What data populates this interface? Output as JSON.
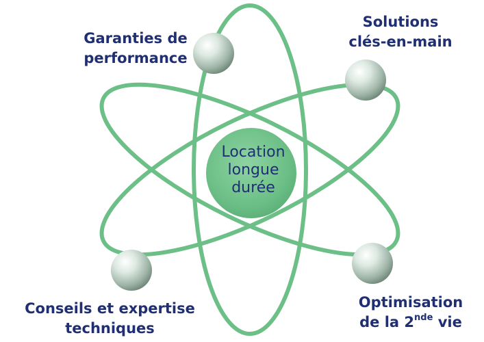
{
  "center": {
    "line1": "Location",
    "line2": "longue",
    "line3": "durée"
  },
  "nodes": {
    "top_left": {
      "line1": "Garanties de",
      "line2": "performance"
    },
    "top_right": {
      "line1": "Solutions",
      "line2": "clés-en-main"
    },
    "bottom_left": {
      "line1": "Conseils et expertise",
      "line2": "techniques"
    },
    "bottom_right": {
      "line1": "Optimisation",
      "line2_pre": "de la 2",
      "line2_sup": "nde",
      "line2_post": " vie"
    }
  },
  "colors": {
    "orbit": "#6cbf86",
    "nucleus": "#6cbf86",
    "text": "#1f2f72"
  }
}
